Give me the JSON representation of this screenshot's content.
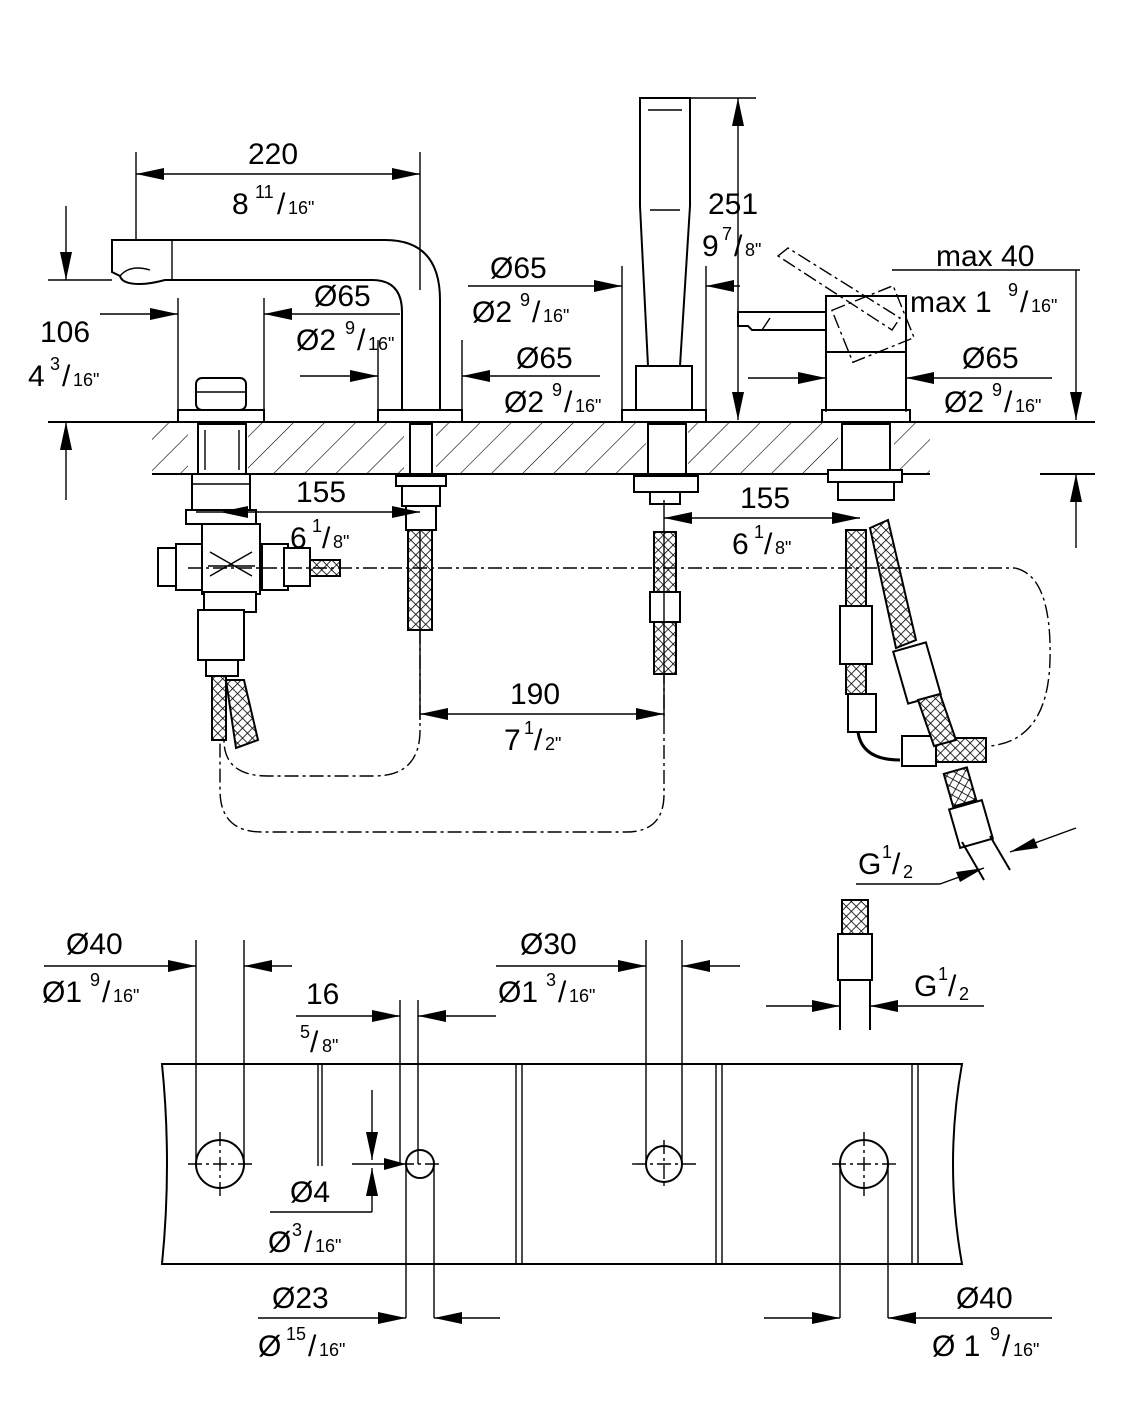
{
  "dims": {
    "d220": {
      "main": "220",
      "frac": "8",
      "num": "11",
      "den": "16\""
    },
    "d106": {
      "main": "106",
      "frac": "4",
      "num": "3",
      "den": "16\""
    },
    "d65a": {
      "main": "Ø65",
      "frac": "Ø2",
      "num": "9",
      "den": "16\""
    },
    "d65b": {
      "main": "Ø65",
      "frac": "Ø2",
      "num": "9",
      "den": "16\""
    },
    "d65c": {
      "main": "Ø65",
      "frac": "Ø2",
      "num": "9",
      "den": "16\""
    },
    "d65d": {
      "main": "Ø65",
      "frac": "Ø2",
      "num": "9",
      "den": "16\""
    },
    "d251": {
      "main": "251",
      "frac": "9",
      "num": "7",
      "den": "8\""
    },
    "dmax": {
      "main": "max 40",
      "frac": "max 1",
      "num": "9",
      "den": "16\""
    },
    "d155a": {
      "main": "155",
      "frac": "6",
      "num": "1",
      "den": "8\""
    },
    "d155b": {
      "main": "155",
      "frac": "6",
      "num": "1",
      "den": "8\""
    },
    "d190": {
      "main": "190",
      "frac": "7",
      "num": "1",
      "den": "2\""
    },
    "g12a": {
      "frac": "G",
      "num": "1",
      "den": "2"
    },
    "g12b": {
      "frac": "G",
      "num": "1",
      "den": "2"
    },
    "d40a": {
      "main": "Ø40",
      "frac": "Ø1",
      "num": "9",
      "den": "16\""
    },
    "d16": {
      "main": "16",
      "frac": "",
      "num": "5",
      "den": "8\""
    },
    "d30": {
      "main": "Ø30",
      "frac": "Ø1",
      "num": "3",
      "den": "16\""
    },
    "d4": {
      "main": "Ø4",
      "frac": "Ø",
      "num": "3",
      "den": "16\""
    },
    "d23": {
      "main": "Ø23",
      "frac": "Ø",
      "num": "15",
      "den": "16\""
    },
    "d40b": {
      "main": "Ø40",
      "frac": "Ø 1",
      "num": "9",
      "den": "16\""
    }
  }
}
